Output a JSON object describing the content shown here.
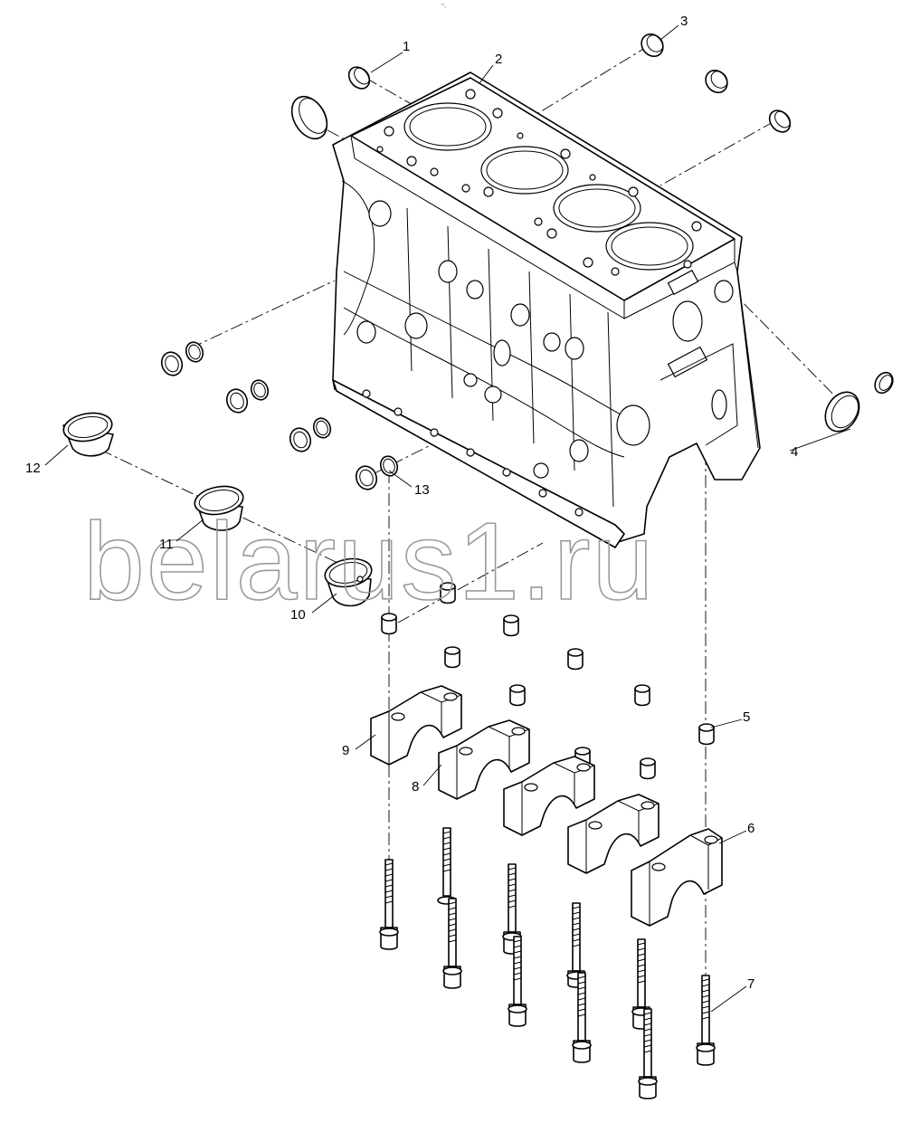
{
  "top_mark": "\"-",
  "watermark": "belarus1.ru",
  "callouts": [
    {
      "id": "1",
      "label": "1"
    },
    {
      "id": "2",
      "label": "2"
    },
    {
      "id": "3",
      "label": "3"
    },
    {
      "id": "4",
      "label": "4"
    },
    {
      "id": "5",
      "label": "5"
    },
    {
      "id": "6",
      "label": "6"
    },
    {
      "id": "7",
      "label": "7"
    },
    {
      "id": "8",
      "label": "8"
    },
    {
      "id": "9",
      "label": "9"
    },
    {
      "id": "10",
      "label": "10"
    },
    {
      "id": "11",
      "label": "11"
    },
    {
      "id": "12",
      "label": "12"
    },
    {
      "id": "13",
      "label": "13"
    }
  ]
}
